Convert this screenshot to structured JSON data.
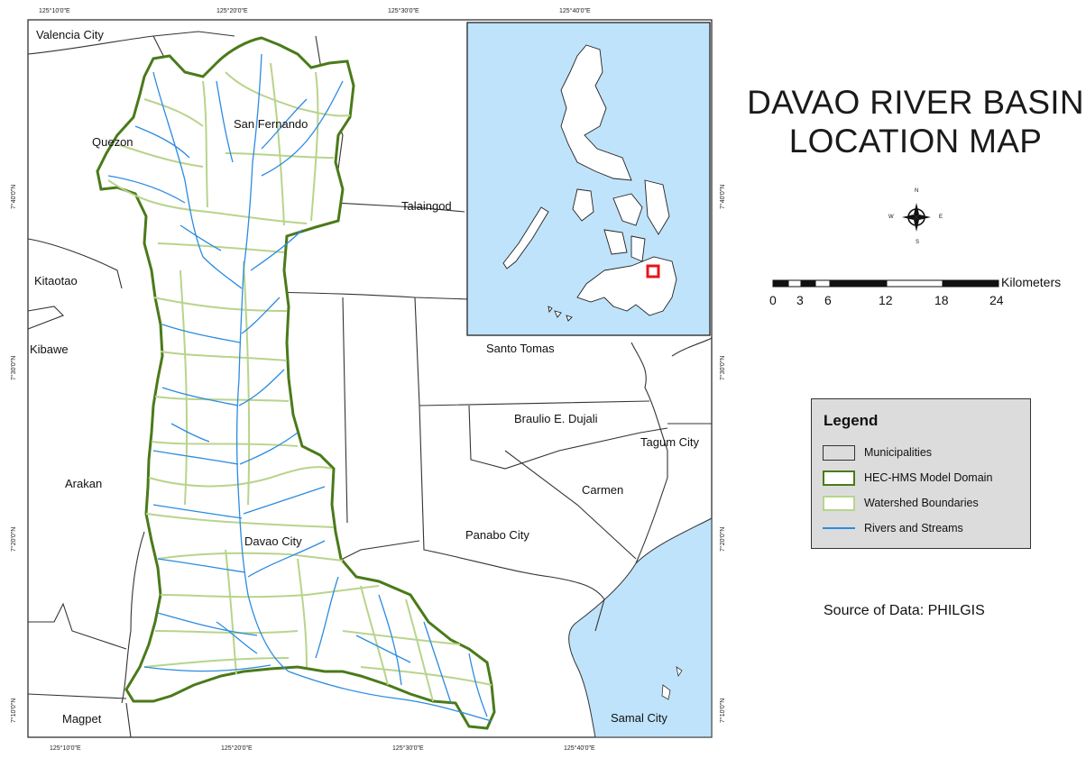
{
  "title": {
    "line1": "DAVAO RIVER BASIN",
    "line2": "LOCATION MAP"
  },
  "north_arrow": {
    "n": "N",
    "e": "E",
    "s": "S",
    "w": "W"
  },
  "scale_bar": {
    "ticks": [
      "0",
      "3",
      "6",
      "12",
      "18",
      "24"
    ],
    "unit": "Kilometers"
  },
  "legend": {
    "title": "Legend",
    "items": [
      {
        "label": "Municipalities",
        "fill": "#dcdcdc",
        "stroke": "#333333"
      },
      {
        "label": "HEC-HMS Model Domain",
        "fill": "#ffffff",
        "stroke": "#4a7a1a"
      },
      {
        "label": "Watershed Boundaries",
        "fill": "#ffffff",
        "stroke": "#b8d48c"
      },
      {
        "label": "Rivers and Streams",
        "line": "#2c8be0"
      }
    ]
  },
  "source": "Source of Data: PHILGIS",
  "axis": {
    "top": [
      "125°10'0\"E",
      "125°20'0\"E",
      "125°30'0\"E",
      "125°40'0\"E"
    ],
    "bottom": [
      "125°10'0\"E",
      "125°20'0\"E",
      "125°30'0\"E",
      "125°40'0\"E"
    ],
    "left": [
      "7°40'0\"N",
      "7°30'0\"N",
      "7°20'0\"N",
      "7°10'0\"N"
    ],
    "right": [
      "7°40'0\"N",
      "7°30'0\"N",
      "7°20'0\"N",
      "7°10'0\"N"
    ]
  },
  "places": {
    "valencia": "Valencia City",
    "quezon": "Quezon",
    "san_fernando": "San Fernando",
    "talaingod": "Talaingod",
    "kitaotao": "Kitaotao",
    "kibawe": "Kibawe",
    "santo_tomas": "Santo Tomas",
    "braulio": "Braulio E. Dujali",
    "tagum": "Tagum City",
    "carmen": "Carmen",
    "arakan": "Arakan",
    "davao": "Davao City",
    "panabo": "Panabo City",
    "magpet": "Magpet",
    "samal": "Samal City"
  },
  "colors": {
    "water": "#bfe3fa",
    "domain": "#4a7a1a",
    "watershed": "#b8d48c",
    "river": "#2c8be0",
    "boundary": "#333333",
    "inset_highlight": "#e8141b"
  }
}
